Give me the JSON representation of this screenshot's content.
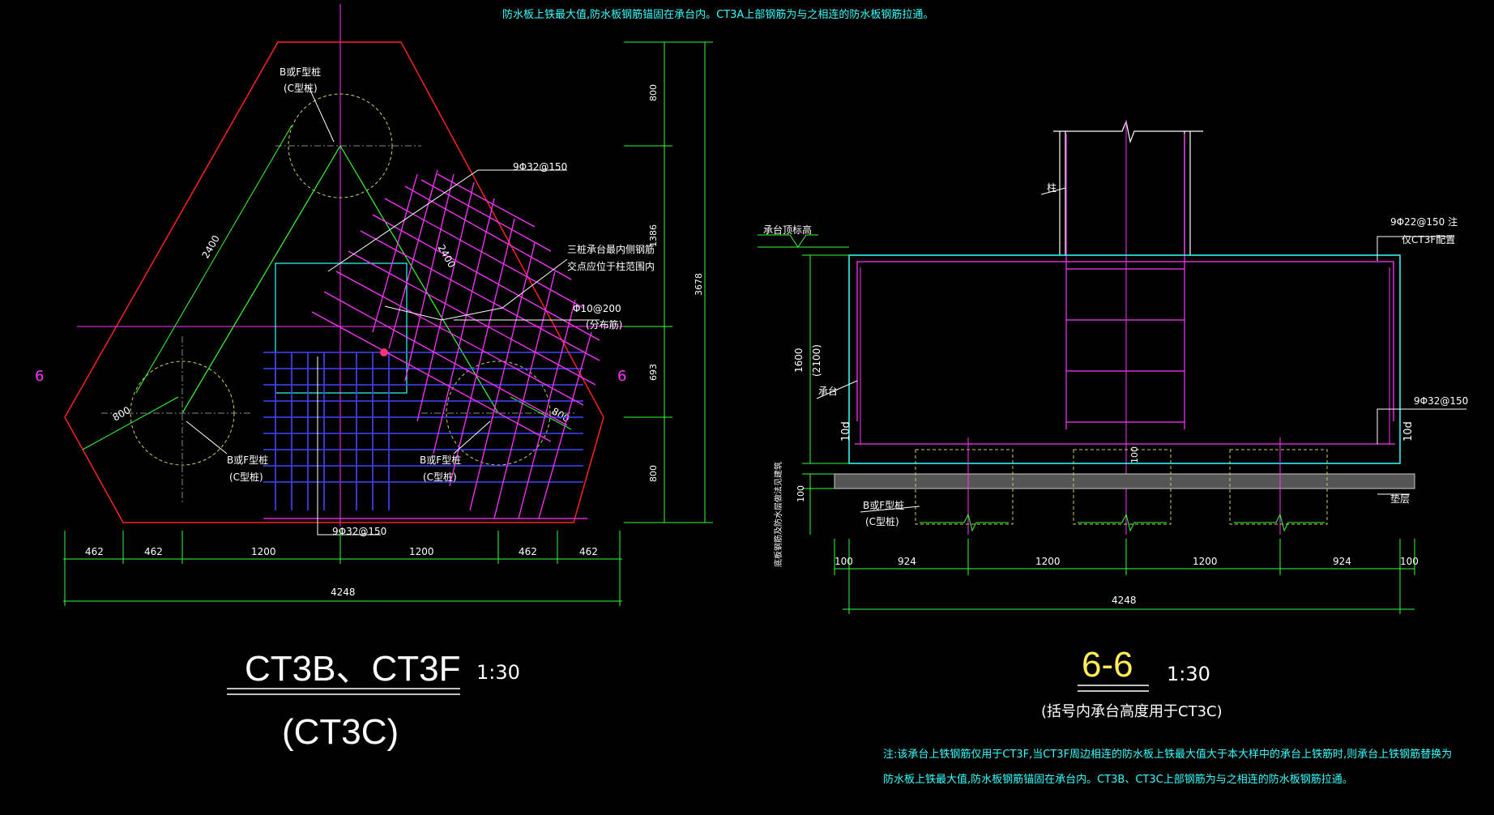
{
  "top_note": "防水板上铁最大值,防水板钢筋锚固在承台内。CT3A上部钢筋为与之相连的防水板钢筋拉通。",
  "left_view": {
    "section_marker_left": "6",
    "section_marker_right": "6",
    "pile_label_top_line1": "B或F型桩",
    "pile_label_top_line2": "(C型桩)",
    "pile_label_left_line1": "B或F型桩",
    "pile_label_left_line2": "(C型桩)",
    "pile_label_right_line1": "B或F型桩",
    "pile_label_right_line2": "(C型桩)",
    "rebar_top": "9Φ32@150",
    "rebar_bottom": "9Φ32@150",
    "note_line1": "三桩承台最内侧钢筋",
    "note_line2": "交点应位于柱范围内",
    "dist_rebar_line1": "Φ10@200",
    "dist_rebar_line2": "(分布筋)",
    "dim_side_2400_a": "2400",
    "dim_side_2400_b": "2400",
    "dim_800_left": "800",
    "dim_800_right": "800",
    "vdims": [
      "800",
      "1386",
      "693",
      "800"
    ],
    "vdim_total": "3678",
    "hdims": [
      "462",
      "462",
      "1200",
      "1200",
      "462",
      "462"
    ],
    "hdim_total": "4248",
    "title_main": "CT3B、CT3F",
    "title_sub": "(CT3C)",
    "scale": "1:30"
  },
  "right_view": {
    "label_column": "柱",
    "label_cap_top": "承台顶标高",
    "label_cap": "承台",
    "label_cushion": "垫层",
    "label_pile_line1": "B或F型桩",
    "label_pile_line2": "(C型桩)",
    "label_vertical_note": "底板钢筋及防水层做法见建筑",
    "rebar_top_line1": "9Φ22@150 注",
    "rebar_top_line2": "仅CT3F配置",
    "rebar_bottom": "9Φ32@150",
    "dim_height": "1600",
    "dim_height_alt": "(2100)",
    "dim_10d_left": "10d",
    "dim_10d_right": "10d",
    "dim_100_pile": "100",
    "dim_100_side": "100",
    "hdims": [
      "100",
      "924",
      "1200",
      "1200",
      "924",
      "100"
    ],
    "hdim_total": "4248",
    "title_main": "6-6",
    "scale": "1:30",
    "title_note": "(括号内承台高度用于CT3C)"
  },
  "bottom_note_line1": "注:该承台上铁钢筋仅用于CT3F,当CT3F周边相连的防水板上铁最大值大于本大样中的承台上铁筋时,则承台上铁钢筋替换为",
  "bottom_note_line2": "防水板上铁最大值,防水板钢筋锚固在承台内。CT3B、CT3C上部钢筋为与之相连的防水板钢筋拉通。",
  "colors": {
    "background": "#000000",
    "outline_red": "#ff2020",
    "green": "#33ff33",
    "magenta": "#ff33ff",
    "blue": "#3333ff",
    "cyan": "#33ffff",
    "white": "#ffffff",
    "yellow_dashed": "#cccc66",
    "title_yellow": "#ffee55"
  }
}
